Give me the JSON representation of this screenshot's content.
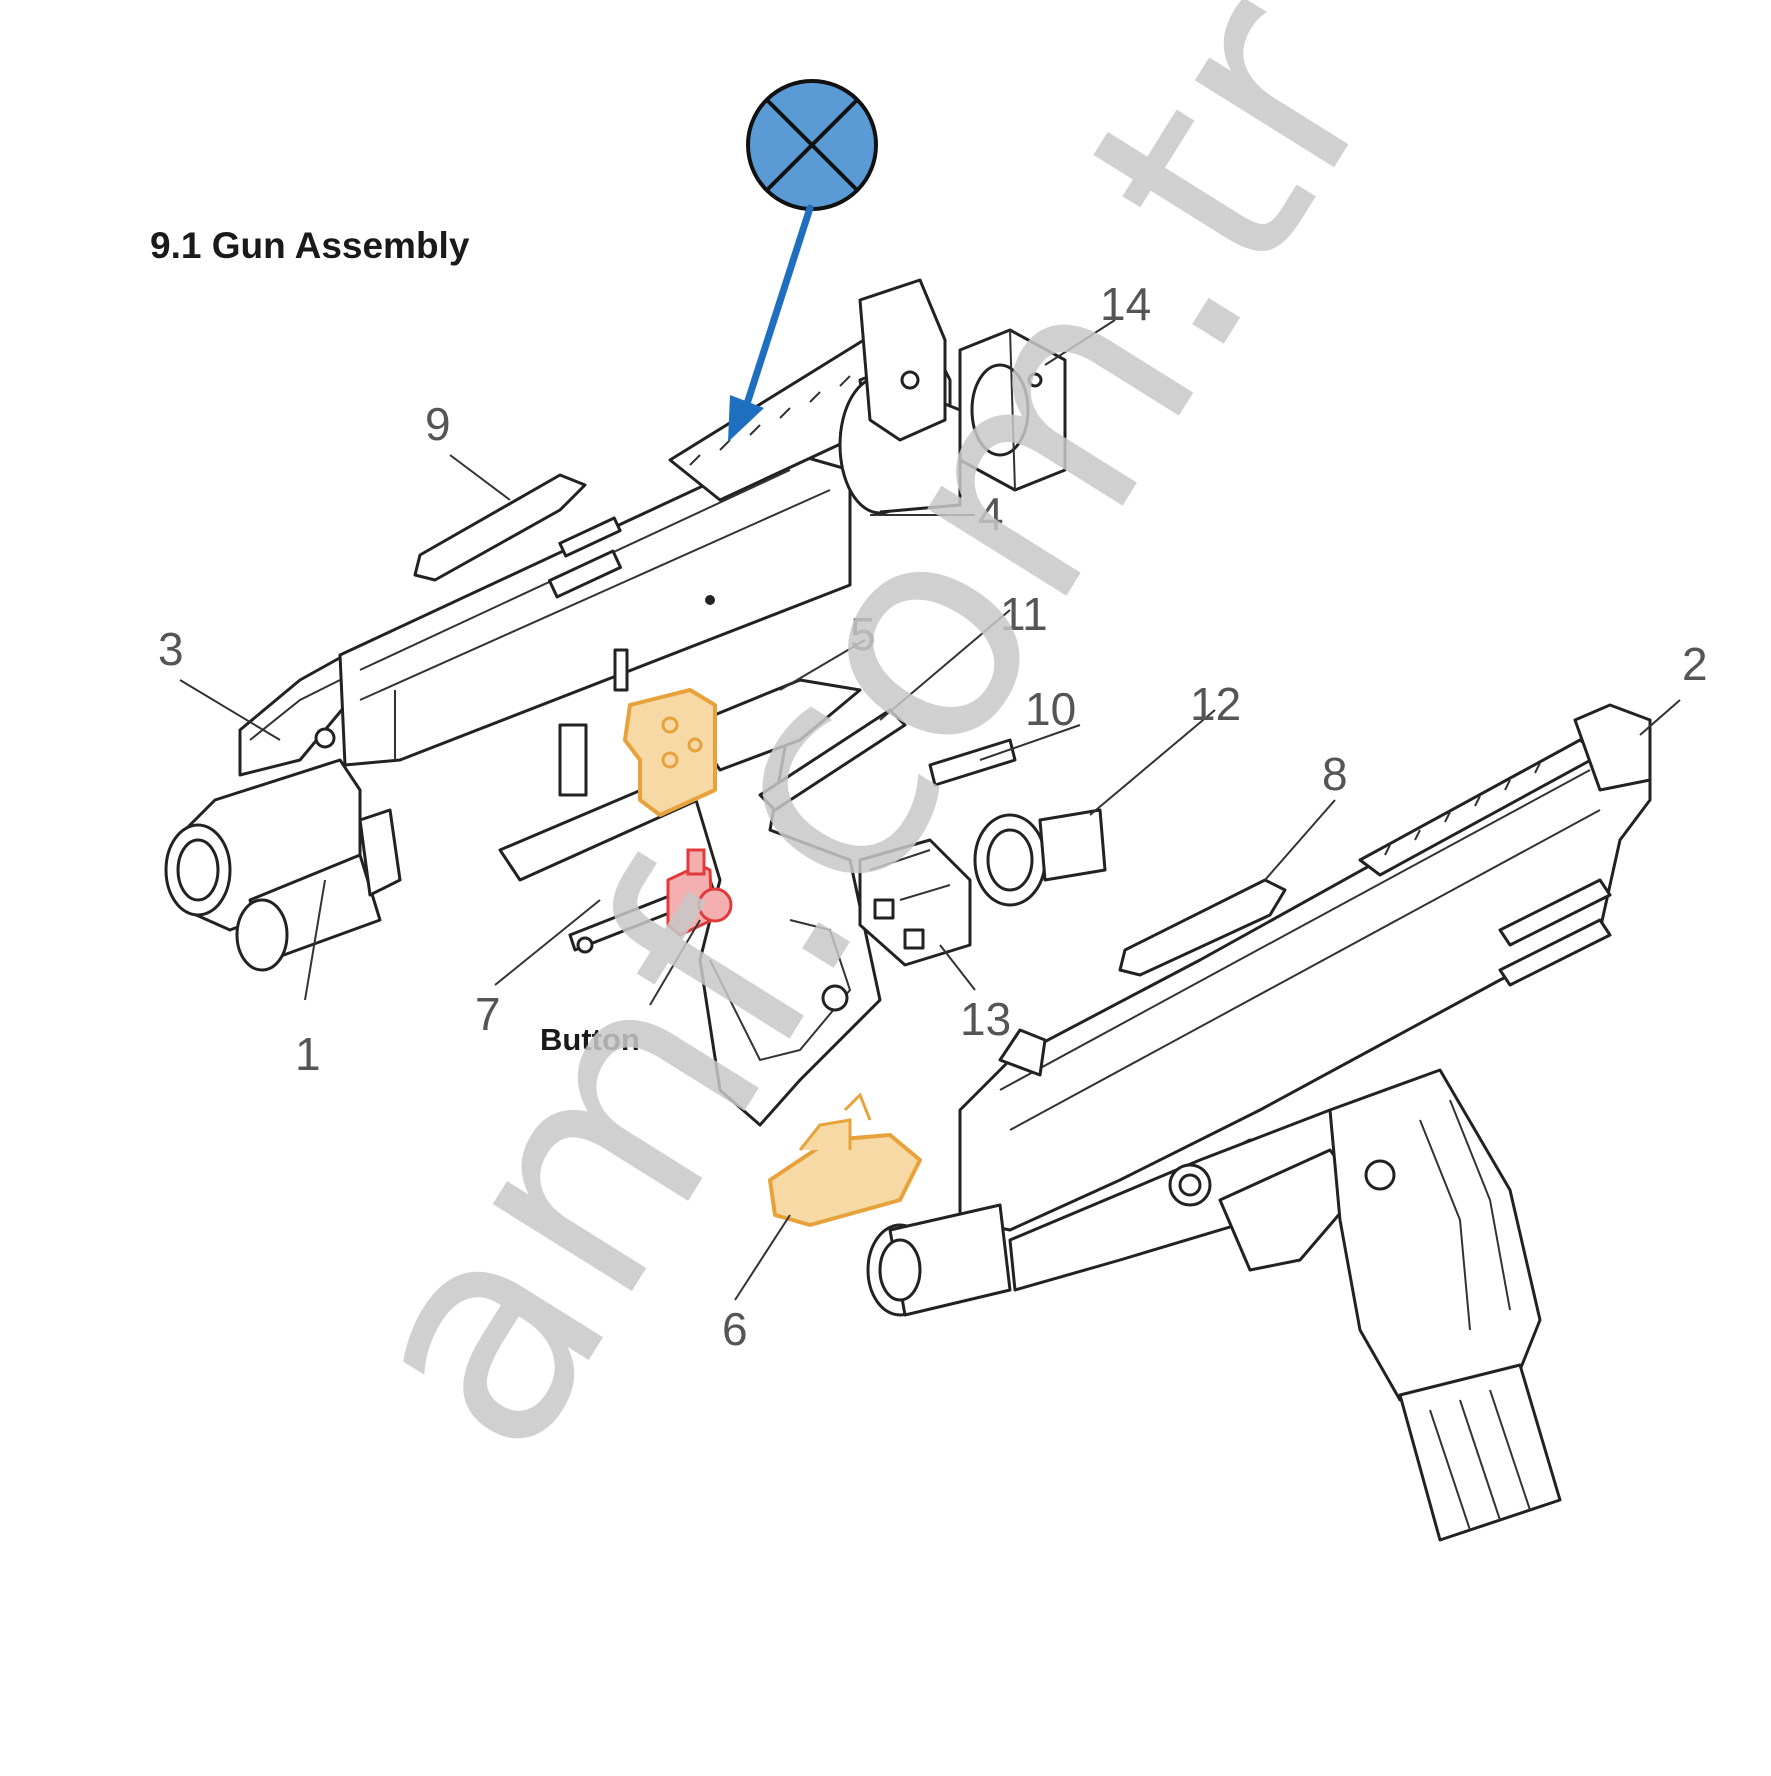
{
  "title": "9.1 Gun Assembly",
  "watermark": "amf.com.tr",
  "callout_button": "Button",
  "part_numbers": [
    "1",
    "2",
    "3",
    "4",
    "5",
    "6",
    "7",
    "8",
    "9",
    "10",
    "11",
    "12",
    "13",
    "14"
  ],
  "colors": {
    "marker_fill": "#5b9bd5",
    "arrow": "#1f6fc0",
    "highlight_orange": "#e8a23c",
    "highlight_red": "#e03b3b",
    "line": "#222222"
  },
  "icons": {
    "marker": "crossed-circle-icon"
  }
}
